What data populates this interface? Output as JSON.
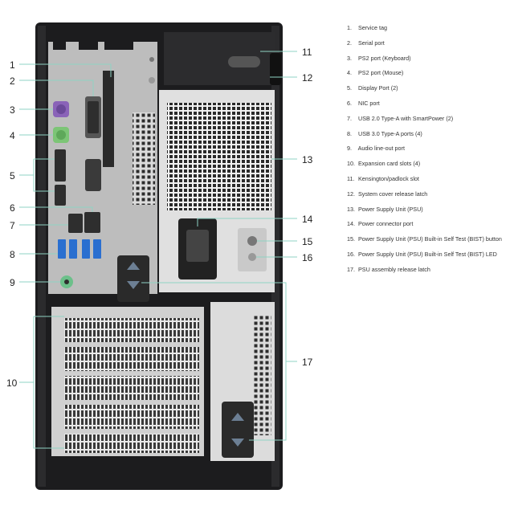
{
  "callouts": [
    "1",
    "2",
    "3",
    "4",
    "5",
    "6",
    "7",
    "8",
    "9",
    "10",
    "11",
    "12",
    "13",
    "14",
    "15",
    "16",
    "17"
  ],
  "legend": [
    {
      "num": "1.",
      "text": "Service tag"
    },
    {
      "num": "2.",
      "text": "Serial port"
    },
    {
      "num": "3.",
      "text": "PS2 port (Keyboard)"
    },
    {
      "num": "4.",
      "text": "PS2 port (Mouse)"
    },
    {
      "num": "5.",
      "text": "Display Port (2)"
    },
    {
      "num": "6.",
      "text": "NIC port"
    },
    {
      "num": "7.",
      "text": "USB 2.0 Type-A with SmartPower (2)"
    },
    {
      "num": "8.",
      "text": "USB 3.0 Type-A ports (4)"
    },
    {
      "num": "9.",
      "text": "Audio line-out port"
    },
    {
      "num": "10.",
      "text": "Expansion card slots (4)"
    },
    {
      "num": "11.",
      "text": "Kensington/padlock slot"
    },
    {
      "num": "12.",
      "text": "System cover release latch"
    },
    {
      "num": "13.",
      "text": "Power Supply Unit (PSU)"
    },
    {
      "num": "14.",
      "text": "Power connector port"
    },
    {
      "num": "15.",
      "text": "Power Supply Unit (PSU) Built-in Self Test (BIST) button"
    },
    {
      "num": "16.",
      "text": "Power Supply Unit (PSU) Built-in Self Test (BIST) LED"
    },
    {
      "num": "17.",
      "text": "PSU assembly release latch"
    }
  ],
  "colors": {
    "chassis": "#1c1c1e",
    "panel": "#d9d9d9",
    "callout_line": "#8fd3c4",
    "usb_blue": "#2a6fd0",
    "ps2_keyboard": "#8a63b8",
    "ps2_mouse": "#7cc576",
    "audio_green": "#6cc08a"
  }
}
